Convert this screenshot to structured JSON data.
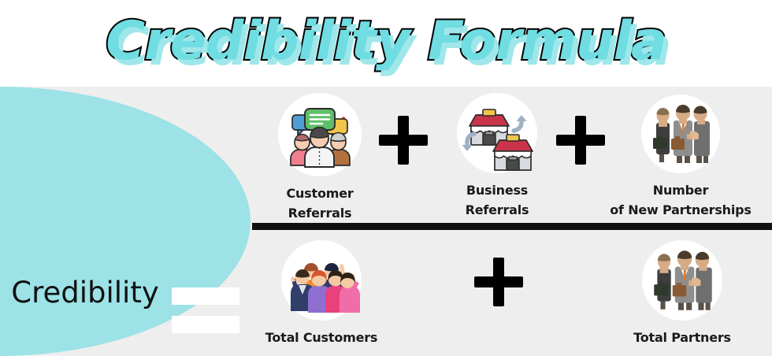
{
  "title": "Credibility Formula",
  "result": {
    "label": "Credibility",
    "equals_sign": "="
  },
  "colors": {
    "accent_cyan": "#9ce2e6",
    "title_fill": "#6fdde2",
    "title_outline": "#000000",
    "title_shadow": "#9fe7ea",
    "background": "#eeeeee",
    "band_background": "#ffffff",
    "circle": "#ffffff",
    "rule": "#111111",
    "text": "#1a1a1a"
  },
  "formula": {
    "numerator": {
      "terms": [
        {
          "label": "Customer\nReferrals",
          "icon": "customer-referrals-icon"
        },
        {
          "label": "Business\nReferrals",
          "icon": "business-referrals-icon"
        },
        {
          "label": "Number\nof New Partnerships",
          "icon": "new-partnerships-icon"
        }
      ],
      "operators": [
        "+",
        "+"
      ]
    },
    "denominator": {
      "terms": [
        {
          "label": "Total Customers",
          "icon": "total-customers-icon"
        },
        {
          "label": "Total Partners",
          "icon": "total-partners-icon"
        }
      ],
      "operators": [
        "+"
      ]
    }
  }
}
